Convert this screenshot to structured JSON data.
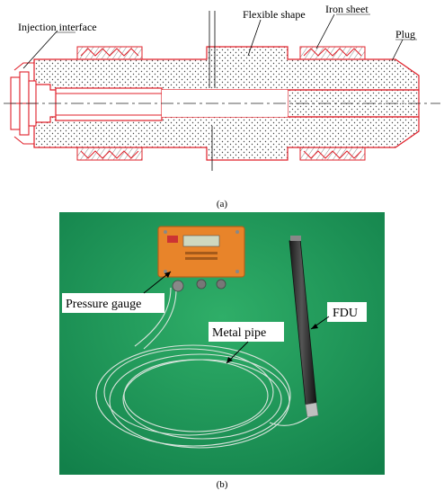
{
  "panel_a": {
    "labels": {
      "injection_interface": "Injection interface",
      "flexible_shape": "Flexible shape",
      "iron_sheet": "Iron sheet",
      "plug": "Plug"
    },
    "caption": "(a)"
  },
  "panel_b": {
    "labels": {
      "pressure_gauge": "Pressure gauge",
      "metal_pipe": "Metal pipe",
      "fdu": "FDU"
    },
    "caption": "(b)"
  },
  "colors": {
    "outline_red": "#e0202a",
    "photo_green": "#1f9a55",
    "gauge_orange": "#e8842a",
    "fdu_dark": "#2b2b2b"
  }
}
